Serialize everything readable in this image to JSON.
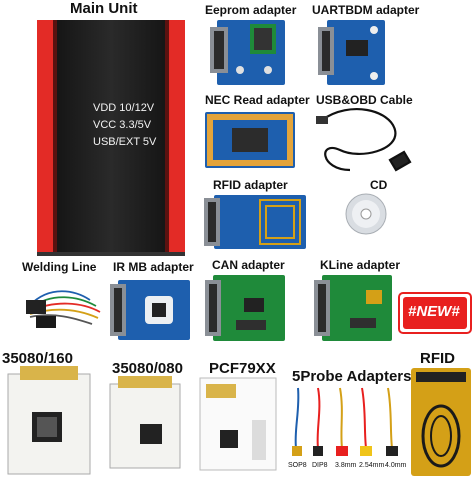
{
  "main_unit": {
    "title": "Main Unit",
    "specs": [
      "VDD 10/12V",
      "VCC 3.3/5V",
      "USB/EXT 5V"
    ]
  },
  "labels": {
    "eeprom": "Eeprom adapter",
    "uartbdm": "UARTBDM adapter",
    "nec": "NEC Read adapter",
    "usb_obd": "USB&OBD Cable",
    "rfid_adapter": "RFID adapter",
    "cd": "CD",
    "welding": "Welding Line",
    "ir_mb": "IR MB adapter",
    "can": "CAN adapter",
    "kline": "KLine adapter",
    "a35080_160": "35080/160",
    "a35080_080": "35080/080",
    "pcf79xx": "PCF79XX",
    "probe": "5Probe Adapters",
    "rfid": "RFID"
  },
  "badge": {
    "text": "#NEW#"
  },
  "probe_tags": [
    "SOP8",
    "DIP8",
    "3.8mm",
    "2.54mm",
    "4.0mm"
  ],
  "colors": {
    "unit_body": "#1b1b1b",
    "unit_red": "#e32b26",
    "pcb_blue": "#1e5fae",
    "pcb_green": "#1f8a3a",
    "badge_red": "#e8201f",
    "gold": "#d4a017"
  }
}
